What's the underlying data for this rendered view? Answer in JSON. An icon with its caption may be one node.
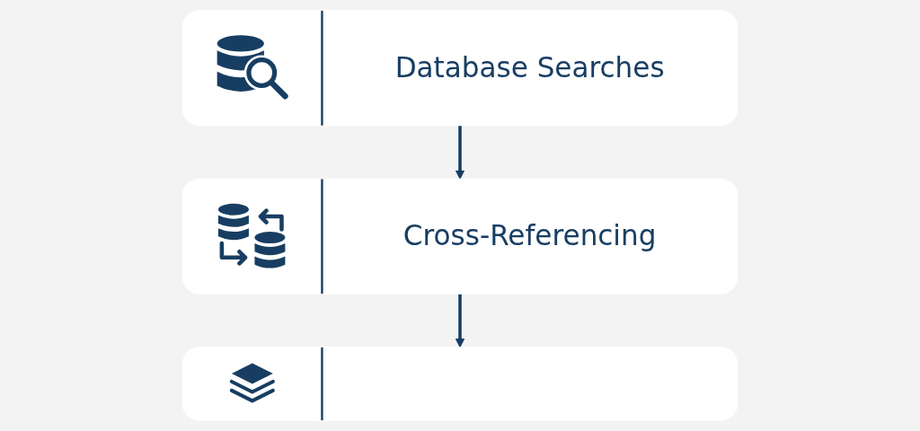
{
  "diagram": {
    "nodes": [
      {
        "text": [
          "Database Searches"
        ]
      },
      {
        "text": [
          "Cross-Referencing"
        ]
      },
      {
        "text": [],
        "shape": "box"
      }
    ],
    "edges": [
      {
        "from": 0,
        "to": 1,
        "arrow": "to"
      },
      {
        "from": 1,
        "to": 2,
        "arrow": "to"
      }
    ]
  }
}
